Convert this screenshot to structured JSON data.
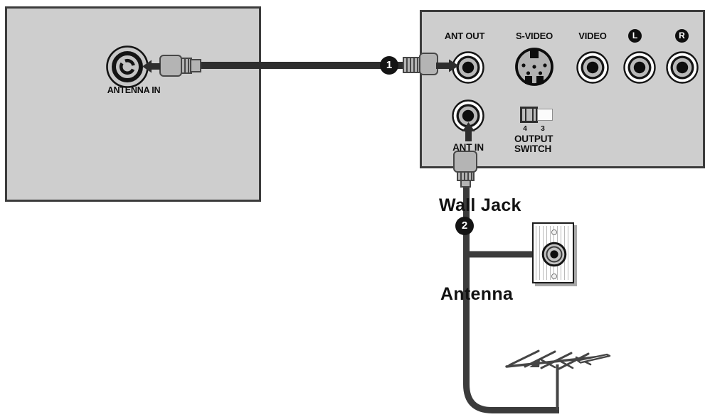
{
  "tv_panel": {
    "antenna_in_label": "ANTENNA IN"
  },
  "vcr_panel": {
    "port_labels": [
      "ANT OUT",
      "S-VIDEO",
      "VIDEO",
      "L",
      "R"
    ],
    "ant_in_label": "ANT IN",
    "output_switch": {
      "position_left": "4",
      "position_right": "3",
      "label_line1": "OUTPUT",
      "label_line2": "SWITCH"
    }
  },
  "callouts": {
    "step1": "1",
    "step2": "2"
  },
  "labels": {
    "wall_jack": "Wall Jack",
    "antenna": "Antenna"
  },
  "colors": {
    "panel_fill": "#cecece",
    "panel_border": "#3c3c3c",
    "cable_dark": "#2e2e2e",
    "cable_gray": "#3b3b3b",
    "badge_fill": "#141414",
    "badge_text": "#ffffff"
  },
  "icons": {
    "coax-antenna-in-icon": "concentric-ring coax socket",
    "rca-jack-icon": "round RCA socket",
    "svideo-jack-icon": "4-pin mini-DIN socket",
    "plug-icon": "coax cable plug",
    "arrow-icon": "solid connection arrow",
    "wall-plate-icon": "coax wall outlet plate",
    "yagi-antenna-icon": "roof TV antenna"
  }
}
